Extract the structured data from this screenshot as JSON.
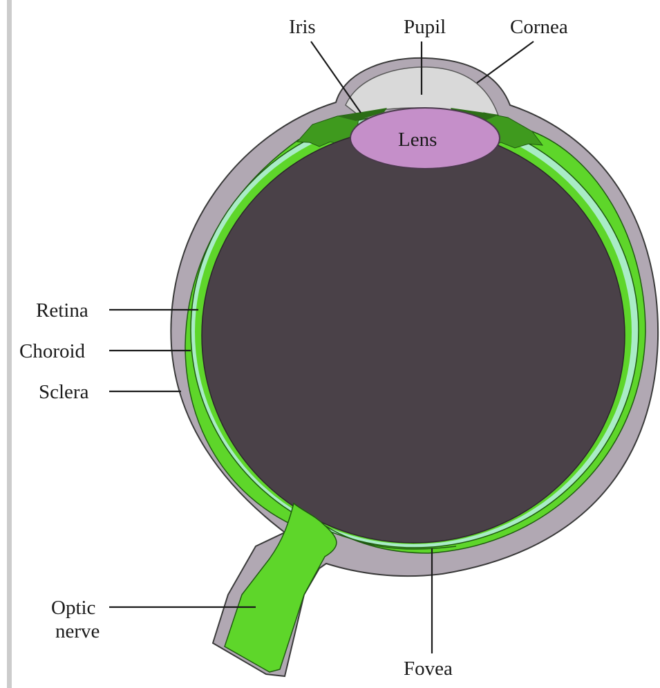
{
  "labels": {
    "iris": "Iris",
    "pupil": "Pupil",
    "cornea": "Cornea",
    "lens": "Lens",
    "retina": "Retina",
    "choroid": "Choroid",
    "sclera": "Sclera",
    "optic_nerve_line1": "Optic",
    "optic_nerve_line2": "nerve",
    "fovea": "Fovea"
  },
  "colors": {
    "sclera": "#b1a8b3",
    "sclera_edge": "#3a3a3a",
    "choroid_green": "#5ed62a",
    "retina_light": "#a9ecc6",
    "vitreous": "#4a4148",
    "lens": "#c58fc9",
    "pupil_chamber": "#d9d9d9",
    "ciliary_dark": "#3f9a1e",
    "border_bar": "#cccccc"
  }
}
